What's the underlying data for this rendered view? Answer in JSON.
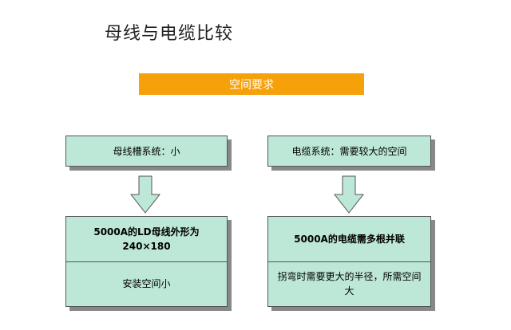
{
  "title": "母线与电缆比较",
  "banner": "空间要求",
  "left": {
    "header": "母线槽系统：小",
    "detail_1": "5000A的LD母线外形为240×180",
    "detail_2": "安装空间小"
  },
  "right": {
    "header": "电缆系统：需要较大的空间",
    "detail_1": "5000A的电缆需多根并联",
    "detail_2": "拐弯时需要更大的半径，所需空间大"
  },
  "colors": {
    "banner": "#f7a10a",
    "box_fill": "#bde7d6",
    "border": "#555555",
    "shadow": "#888888"
  }
}
